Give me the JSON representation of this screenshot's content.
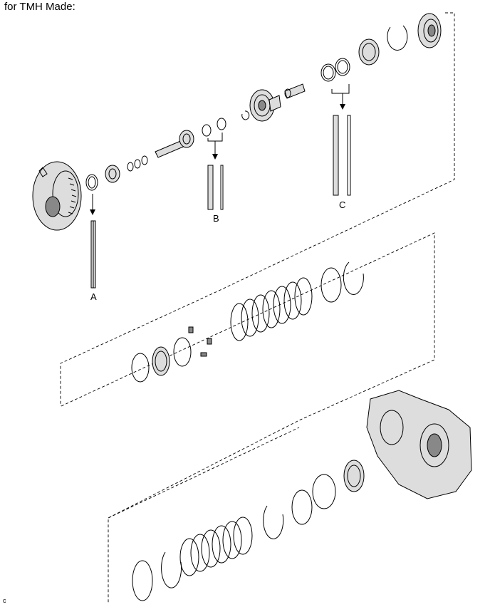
{
  "header": {
    "title": "for TMH Made:"
  },
  "callouts": {
    "a": "A",
    "b": "B",
    "c": "C"
  },
  "footer": {
    "corner_mark": "c"
  },
  "colors": {
    "line": "#000000",
    "background": "#ffffff",
    "part_fill": "#dddddd",
    "dark_fill": "#888888"
  },
  "icons": {
    "oil_pump": "oil-pump-assembly-icon",
    "input_shaft": "input-shaft-icon",
    "gear": "gear-icon",
    "clutch_disc": "clutch-disc-icon",
    "snap_ring": "snap-ring-icon",
    "seal_ring": "seal-ring-icon",
    "transaxle_case": "transaxle-case-icon",
    "arrow": "arrow-down-icon"
  }
}
